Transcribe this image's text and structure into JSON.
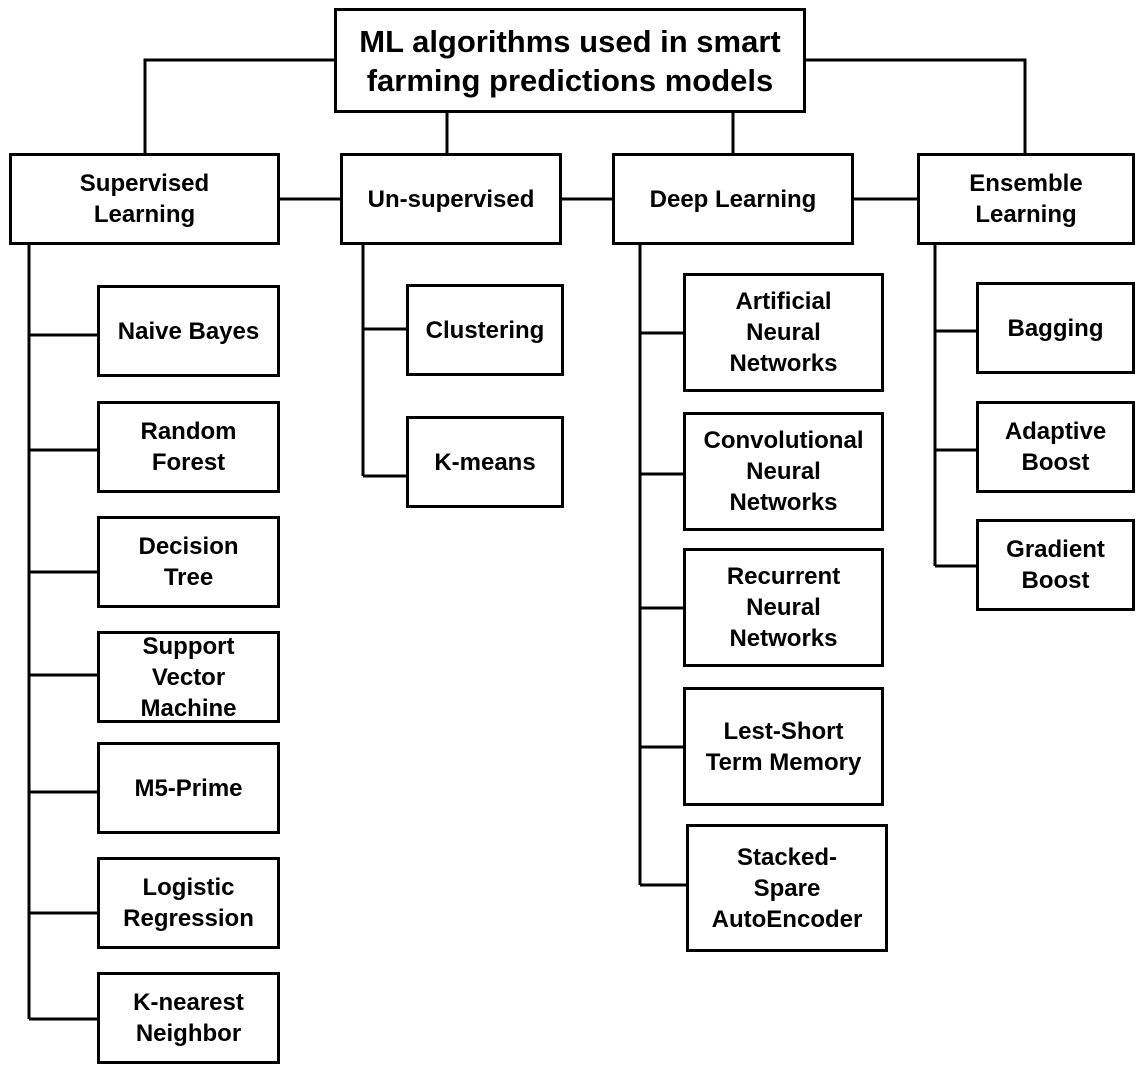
{
  "diagram": {
    "root": {
      "label": "ML algorithms used in smart\nfarming predictions models"
    },
    "categories": [
      {
        "label": "Supervised\nLearning",
        "children": [
          "Naive Bayes",
          "Random\nForest",
          "Decision\nTree",
          "Support\nVector\nMachine",
          "M5-Prime",
          "Logistic\nRegression",
          "K-nearest\nNeighbor"
        ]
      },
      {
        "label": "Un-supervised",
        "children": [
          "Clustering",
          "K-means"
        ]
      },
      {
        "label": "Deep Learning",
        "children": [
          "Artificial\nNeural\nNetworks",
          "Convolutional\nNeural\nNetworks",
          "Recurrent\nNeural\nNetworks",
          "Lest-Short\nTerm Memory",
          "Stacked-\nSpare\nAutoEncoder"
        ]
      },
      {
        "label": "Ensemble\nLearning",
        "children": [
          "Bagging",
          "Adaptive\nBoost",
          "Gradient\nBoost"
        ]
      }
    ],
    "colors": {
      "line": "#000000",
      "box_border": "#000000",
      "box_fill": "#ffffff",
      "text": "#000000"
    }
  }
}
